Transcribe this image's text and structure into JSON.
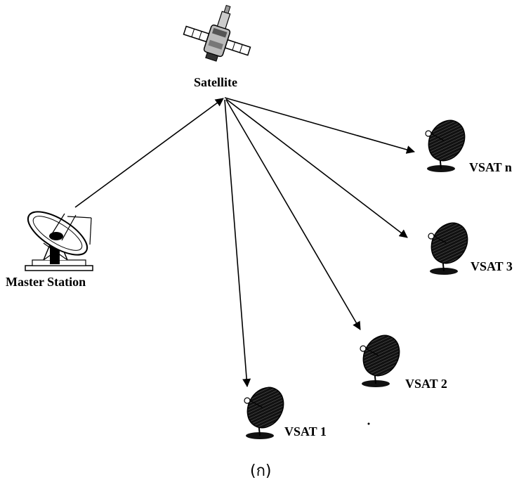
{
  "diagram": {
    "nodes": {
      "satellite": {
        "label": "Satellite",
        "icon": "satellite-icon"
      },
      "master_station": {
        "label": "Master Station",
        "icon": "master-station-dish-icon"
      },
      "vsat_n": {
        "label": "VSAT n",
        "icon": "vsat-dish-icon"
      },
      "vsat_3": {
        "label": "VSAT 3",
        "icon": "vsat-dish-icon"
      },
      "vsat_2": {
        "label": "VSAT 2",
        "icon": "vsat-dish-icon"
      },
      "vsat_1": {
        "label": "VSAT 1",
        "icon": "vsat-dish-icon"
      }
    },
    "links": [
      {
        "from": "master_station",
        "to": "satellite"
      },
      {
        "from": "satellite",
        "to": "vsat_n"
      },
      {
        "from": "satellite",
        "to": "vsat_3"
      },
      {
        "from": "satellite",
        "to": "vsat_2"
      },
      {
        "from": "satellite",
        "to": "vsat_1"
      }
    ],
    "caption": "(ก)",
    "colors": {
      "ink": "#000000",
      "dish": "#222222",
      "background": "#ffffff"
    }
  }
}
